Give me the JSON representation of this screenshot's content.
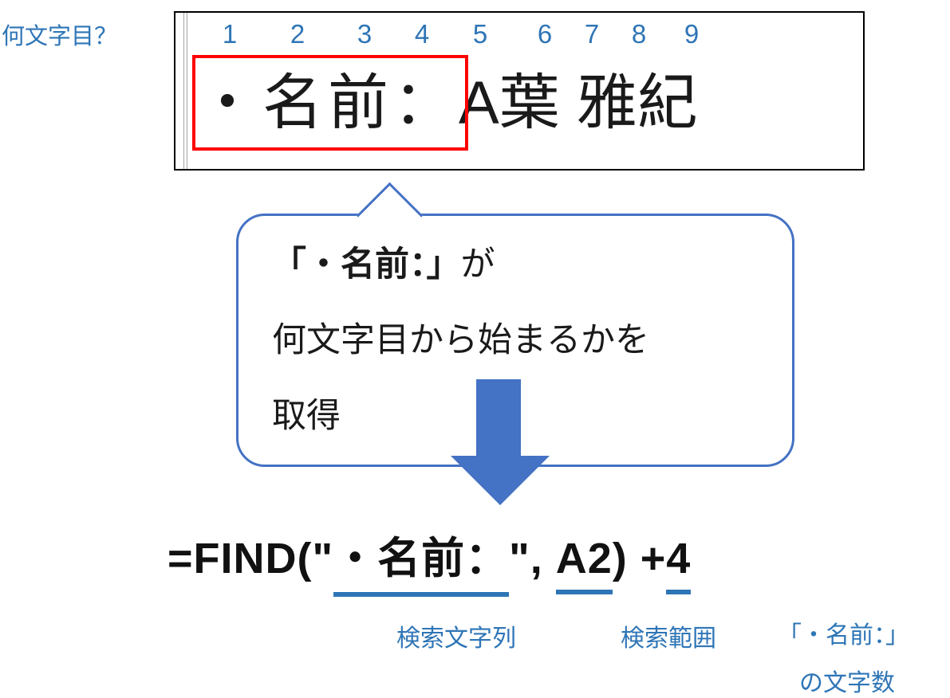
{
  "colors": {
    "accent_blue": "#2E75B6",
    "arrow_blue": "#4472C4",
    "highlight_red": "#FF0000"
  },
  "position_question": "何文字目？",
  "cell_view": {
    "digits": [
      "1",
      "2",
      "3",
      "4",
      "5",
      "6",
      "7",
      "8",
      "9"
    ],
    "text_highlighted": "・名前：",
    "text_rest": "A葉 雅紀"
  },
  "callout": {
    "line1_bold": "「・名前：」",
    "line1_rest": "が",
    "line2": "何文字目から始まるかを",
    "line3": "取得"
  },
  "formula": {
    "seg_prefix": "=FIND(\"",
    "seg_search": "・名前：",
    "seg_mid": "\", ",
    "seg_range": "A2",
    "seg_close": ") +",
    "seg_offset": "4"
  },
  "labels": {
    "search_string": "検索文字列",
    "search_range": "検索範囲",
    "char_count_line1": "「・名前：」",
    "char_count_line2": "の文字数"
  }
}
